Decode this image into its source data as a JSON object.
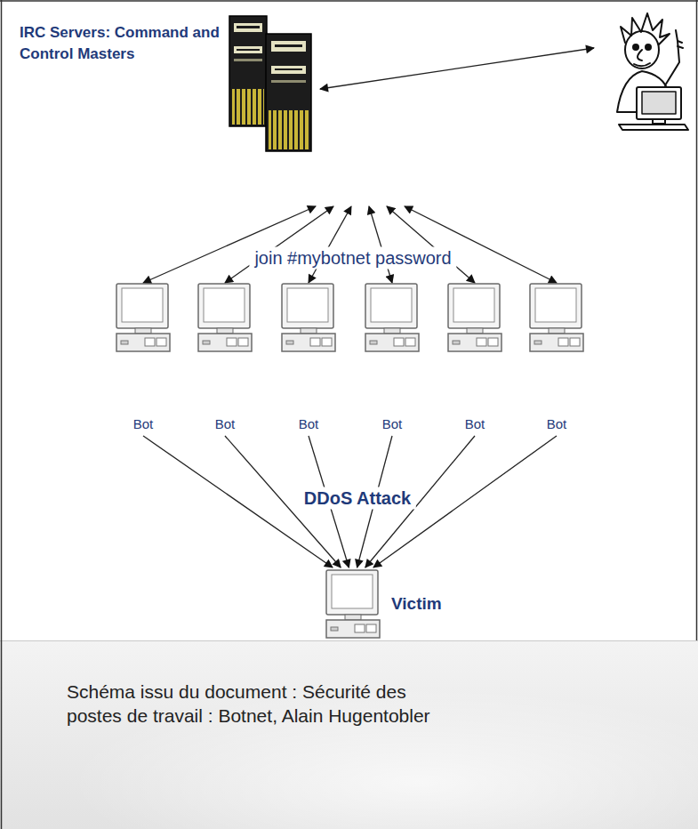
{
  "diagram": {
    "caption": "Schéma issu du document : Sécurité des postes de travail : Botnet, Alain Hugentobler",
    "nodes": [
      {
        "text": [
          "IRC Servers: Command and Control Masters"
        ]
      },
      {
        "text": [
          "Bot"
        ]
      },
      {
        "text": [
          "Bot"
        ]
      },
      {
        "text": [
          "Bot"
        ]
      },
      {
        "text": [
          "Bot"
        ]
      },
      {
        "text": [
          "Bot"
        ]
      },
      {
        "text": [
          "Bot"
        ]
      },
      {
        "text": [
          "Victim"
        ]
      }
    ],
    "edges": [
      {
        "from": 0,
        "to": 1,
        "arrow": "both"
      },
      {
        "from": 0,
        "to": 2,
        "arrow": "both"
      },
      {
        "from": 0,
        "to": 3,
        "arrow": "both"
      },
      {
        "from": 0,
        "to": 4,
        "arrow": "both"
      },
      {
        "from": 0,
        "to": 5,
        "arrow": "both"
      },
      {
        "from": 0,
        "to": 6,
        "arrow": "both"
      },
      {
        "from": 1,
        "to": 7,
        "arrow": "to"
      },
      {
        "from": 2,
        "to": 7,
        "arrow": "to"
      },
      {
        "from": 3,
        "to": 7,
        "arrow": "to"
      },
      {
        "from": 4,
        "to": 7,
        "arrow": "to"
      },
      {
        "from": 5,
        "to": 7,
        "arrow": "to"
      },
      {
        "from": 6,
        "to": 7,
        "arrow": "to"
      }
    ],
    "labels": [
      "join #mybotnet password",
      "DDoS Attack"
    ]
  }
}
